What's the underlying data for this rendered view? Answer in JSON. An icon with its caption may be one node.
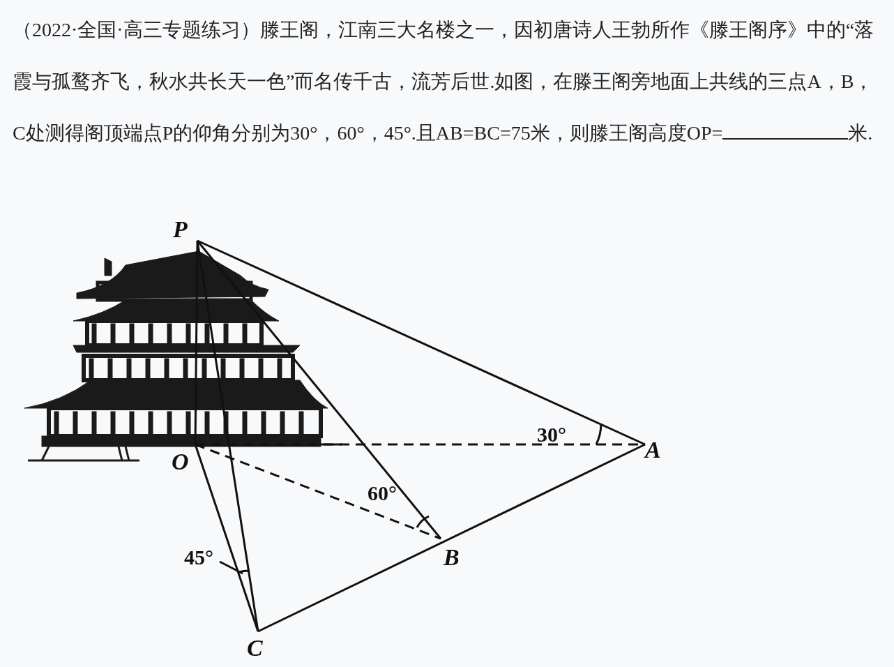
{
  "diagram": {
    "labels": [
      "（2022·全国·高三专题练习）滕王阁，江南三大名楼之一，因初唐诗人王勃所作《滕王阁序》中的“落霞与孤鹜齐飞，秋水共长天一色”而名传千古，流芳后世.如图，在滕王阁旁地面上共线的三点A，B，C处测得阁顶端点P的仰角分别为30°，60°，45°.且AB=BC=75米，则滕王阁高度OP=",
      "米.",
      "P",
      "O",
      "A",
      "B",
      "C",
      "30°",
      "60°",
      "45°"
    ]
  }
}
